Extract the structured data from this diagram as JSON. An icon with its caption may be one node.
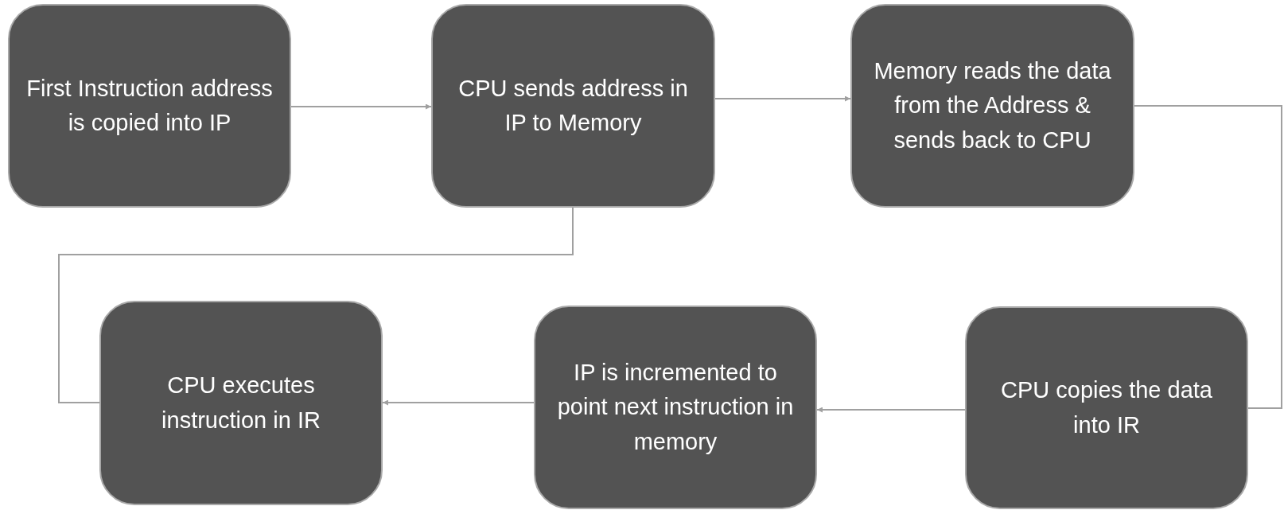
{
  "diagram": {
    "nodes": [
      {
        "text": [
          "First Instruction address is copied into IP"
        ]
      },
      {
        "text": [
          "CPU sends address in IP to Memory"
        ]
      },
      {
        "text": [
          "Memory reads the data from the Address & sends back to CPU"
        ]
      },
      {
        "text": [
          "CPU executes instruction in IR"
        ]
      },
      {
        "text": [
          "IP is incremented to point next instruction in memory"
        ]
      },
      {
        "text": [
          "CPU copies the data into IR"
        ]
      }
    ],
    "edges": [
      {
        "from": 0,
        "to": 1,
        "arrow": "to"
      },
      {
        "from": 1,
        "to": 2,
        "arrow": "to"
      },
      {
        "from": 2,
        "to": 5,
        "arrow": "none"
      },
      {
        "from": 5,
        "to": 4,
        "arrow": "to"
      },
      {
        "from": 4,
        "to": 3,
        "arrow": "to"
      },
      {
        "from": 3,
        "to": 1,
        "arrow": "none"
      }
    ]
  }
}
